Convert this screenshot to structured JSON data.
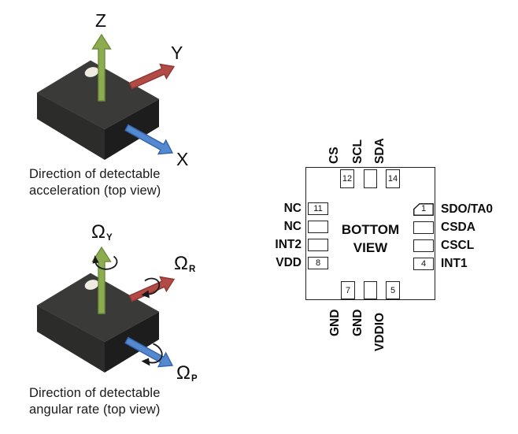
{
  "acceleration": {
    "axis_z": "Z",
    "axis_y": "Y",
    "axis_x": "X",
    "caption_line1": "Direction of detectable",
    "caption_line2": "acceleration (top view)"
  },
  "angular_rate": {
    "yaw_symbol": "Ω",
    "yaw_sub": "Y",
    "roll_symbol": "Ω",
    "roll_sub": "R",
    "pitch_symbol": "Ω",
    "pitch_sub": "P",
    "caption_line1": "Direction of detectable",
    "caption_line2": "angular rate (top view)"
  },
  "pinout": {
    "view_line1": "BOTTOM",
    "view_line2": "VIEW",
    "top": [
      {
        "num": "12",
        "label": "CS"
      },
      {
        "num": "",
        "label": "SCL"
      },
      {
        "num": "14",
        "label": "SDA"
      }
    ],
    "left": [
      {
        "num": "11",
        "label": "NC"
      },
      {
        "num": "",
        "label": "NC"
      },
      {
        "num": "",
        "label": "INT2"
      },
      {
        "num": "8",
        "label": "VDD"
      }
    ],
    "right": [
      {
        "num": "1",
        "label": "SDO/TA0"
      },
      {
        "num": "",
        "label": "CSDA"
      },
      {
        "num": "",
        "label": "CSCL"
      },
      {
        "num": "4",
        "label": "INT1"
      }
    ],
    "bottom": [
      {
        "num": "7",
        "label": "GND"
      },
      {
        "num": "",
        "label": "GND"
      },
      {
        "num": "5",
        "label": "VDDIO"
      }
    ]
  },
  "colors": {
    "axis_green": "#8DAC50",
    "axis_green_edge": "#6D8C3C",
    "axis_red": "#B24B46",
    "axis_red_edge": "#8C3732",
    "axis_blue": "#5488CF",
    "axis_blue_edge": "#3365AE",
    "chip_top": "#3A3A39",
    "chip_left": "#2C2C2B",
    "chip_right": "#1D1D1D",
    "outline": "#222222"
  }
}
